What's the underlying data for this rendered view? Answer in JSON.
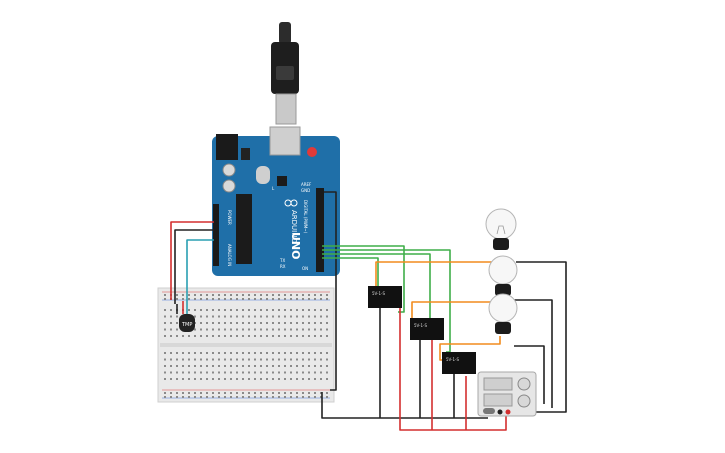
{
  "canvas": {
    "background": "#ffffff"
  },
  "arduino": {
    "board_color": "#1f6fa8",
    "uno_label": "UNO",
    "brand_label": "ARDUINO",
    "digital_label": "DIGITAL (PWM~)",
    "analog_label": "ANALOG IN",
    "power_label": "POWER",
    "tx_label": "TX",
    "rx_label": "RX",
    "aref_label": "AREF",
    "gnd_label": "GND",
    "l_label": "L",
    "on_label": "ON"
  },
  "usb_cable": {
    "icon": "usb-plug-icon"
  },
  "breadboard": {
    "color": "#e9e9e9",
    "rail_plus": "+",
    "rail_minus": "-"
  },
  "sensor": {
    "label": "TMP",
    "icon": "temperature-sensor-icon"
  },
  "relays": [
    {
      "label": "5V-1-S",
      "icon": "relay-icon"
    },
    {
      "label": "5V-1-S",
      "icon": "relay-icon"
    },
    {
      "label": "5V-1-S",
      "icon": "relay-icon"
    }
  ],
  "bulbs": [
    {
      "icon": "light-bulb-icon"
    },
    {
      "icon": "light-bulb-icon"
    },
    {
      "icon": "light-bulb-icon"
    }
  ],
  "power_supply": {
    "icon": "power-supply-icon"
  },
  "wire_colors": {
    "red": "#d32f2f",
    "black": "#222222",
    "green": "#3fae49",
    "orange": "#f28c1e",
    "teal": "#2a9fb2"
  }
}
